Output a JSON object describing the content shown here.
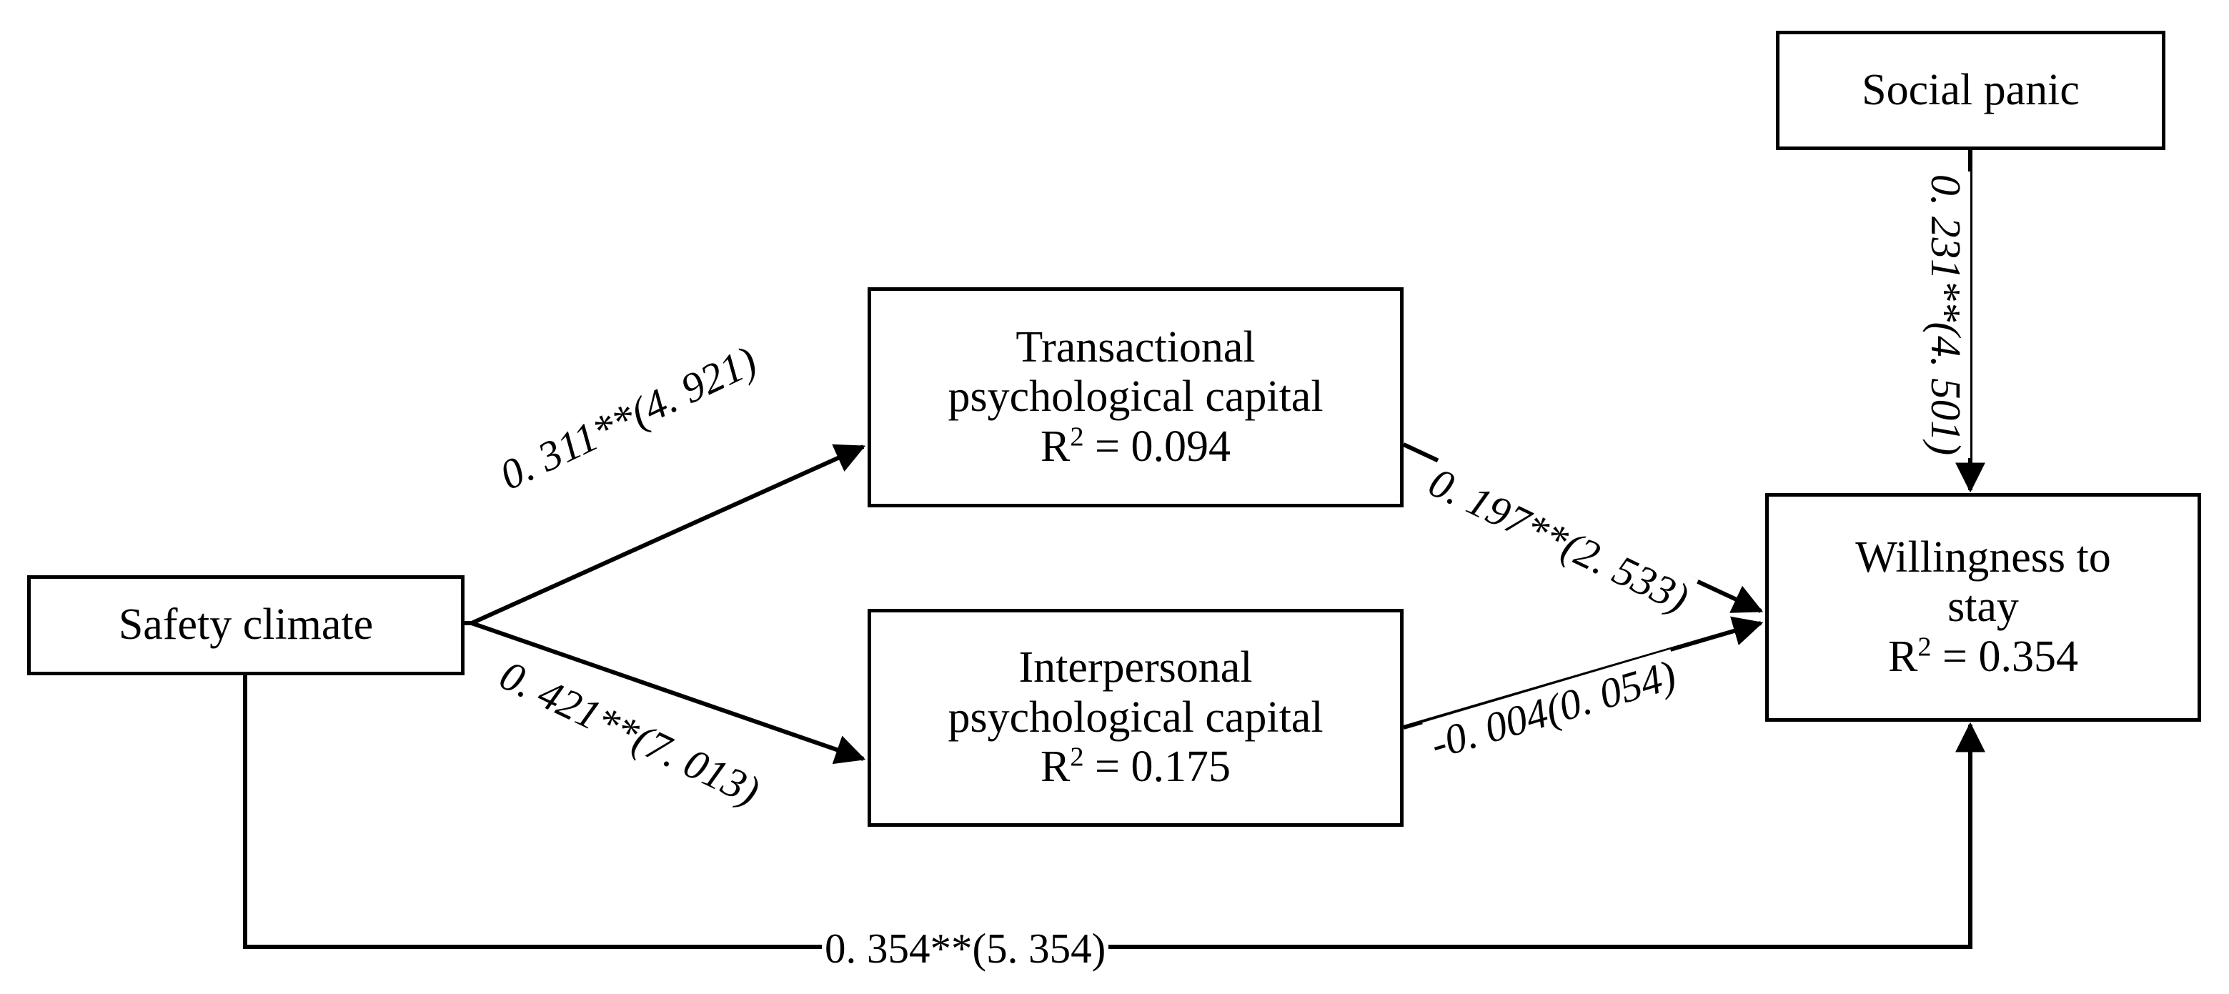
{
  "diagram": {
    "title": "Structural model of safety climate, psychological capital, social panic and willingness to stay",
    "type": "path-diagram",
    "stroke_color": "#000000",
    "background_color": "#ffffff"
  },
  "nodes": {
    "safety_climate": {
      "id": "safety-climate",
      "label": "Safety climate",
      "r2": null
    },
    "transactional": {
      "id": "transactional-psychological-capital",
      "line1": "Transactional",
      "line2": "psychological capital",
      "r2_prefix": "R",
      "r2_exponent": "2",
      "r2_value": "= 0.094"
    },
    "interpersonal": {
      "id": "interpersonal-psychological-capital",
      "line1": "Interpersonal",
      "line2": "psychological capital",
      "r2_prefix": "R",
      "r2_exponent": "2",
      "r2_value": "= 0.175"
    },
    "social_panic": {
      "id": "social-panic",
      "label": "Social panic",
      "r2": null
    },
    "willingness": {
      "id": "willingness-to-stay",
      "line1": "Willingness to",
      "line2": "stay",
      "r2_prefix": "R",
      "r2_exponent": "2",
      "r2_value": "= 0.354"
    }
  },
  "paths": [
    {
      "id": "safety-climate-to-transactional",
      "from": "Safety climate",
      "to": "Transactional psychological capital",
      "label": "0. 311**(4. 921)",
      "coefficient": 0.311,
      "t_value": 4.921,
      "significance": "**"
    },
    {
      "id": "safety-climate-to-interpersonal",
      "from": "Safety climate",
      "to": "Interpersonal psychological capital",
      "label": "0. 421**(7. 013)",
      "coefficient": 0.421,
      "t_value": 7.013,
      "significance": "**"
    },
    {
      "id": "transactional-to-willingness",
      "from": "Transactional psychological capital",
      "to": "Willingness to stay",
      "label": "0. 197**(2. 533)",
      "coefficient": 0.197,
      "t_value": 2.533,
      "significance": "**"
    },
    {
      "id": "interpersonal-to-willingness",
      "from": "Interpersonal psychological capital",
      "to": "Willingness to stay",
      "label": "-0. 004(0. 054)",
      "coefficient": -0.004,
      "t_value": 0.054,
      "significance": ""
    },
    {
      "id": "social-panic-to-willingness",
      "from": "Social panic",
      "to": "Willingness to stay",
      "label": "0. 231**(4. 501)",
      "coefficient": 0.231,
      "t_value": 4.501,
      "significance": "**"
    },
    {
      "id": "safety-climate-to-willingness",
      "from": "Safety climate",
      "to": "Willingness to stay",
      "label": "0. 354**(5. 354)",
      "coefficient": 0.354,
      "t_value": 5.354,
      "significance": "**"
    }
  ]
}
